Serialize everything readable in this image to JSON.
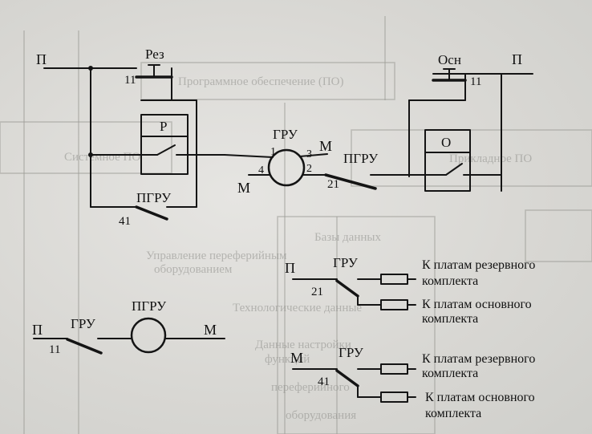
{
  "labels": {
    "p_left": "П",
    "rez": "Рез",
    "n11_rez": "11",
    "relay_r": "Р",
    "pgru_41_label": "ПГРУ",
    "n41_left": "41",
    "gru_label": "ГРУ",
    "pin1": "1",
    "pin2": "2",
    "pin3": "3",
    "pin4": "4",
    "m_top": "М",
    "m_left": "М",
    "pgru_21_label": "ПГРУ",
    "n21_mid": "21",
    "osn": "Осн",
    "n11_osn": "11",
    "p_right": "П",
    "relay_o": "О",
    "sw2_p": "П",
    "sw2_gru": "ГРУ",
    "sw2_21": "21",
    "out_reserve_1a": "К платам резервного",
    "out_reserve_1b": "комплекта",
    "out_main_1a": "К платам основного",
    "out_main_1b": "комплекта",
    "sw3_p": "П",
    "sw3_gru": "ГРУ",
    "sw3_11": "11",
    "sw3_pgru": "ПГРУ",
    "sw3_m": "М",
    "sw4_m": "М",
    "sw4_gru": "ГРУ",
    "sw4_41": "41",
    "out_reserve_2a": "К платам резервного",
    "out_reserve_2b": "комплекта",
    "out_main_2a": "К платам основного",
    "out_main_2b": "комплекта"
  },
  "background_text": {
    "b1": "Программное обеспечение (ПО)",
    "b2": "Системное ПО",
    "b3": "Прикладное ПО",
    "b4": "Управление переферийным",
    "b5": "оборудованием",
    "b6": "Технологические данные",
    "b7": "Данные настройки",
    "b8": "функций",
    "b9": "переферийного",
    "b10": "оборудования",
    "b11": "Базы данных"
  },
  "colors": {
    "ink": "#141414",
    "paper": "#dddcd8",
    "bleed": "#9c9c98"
  }
}
